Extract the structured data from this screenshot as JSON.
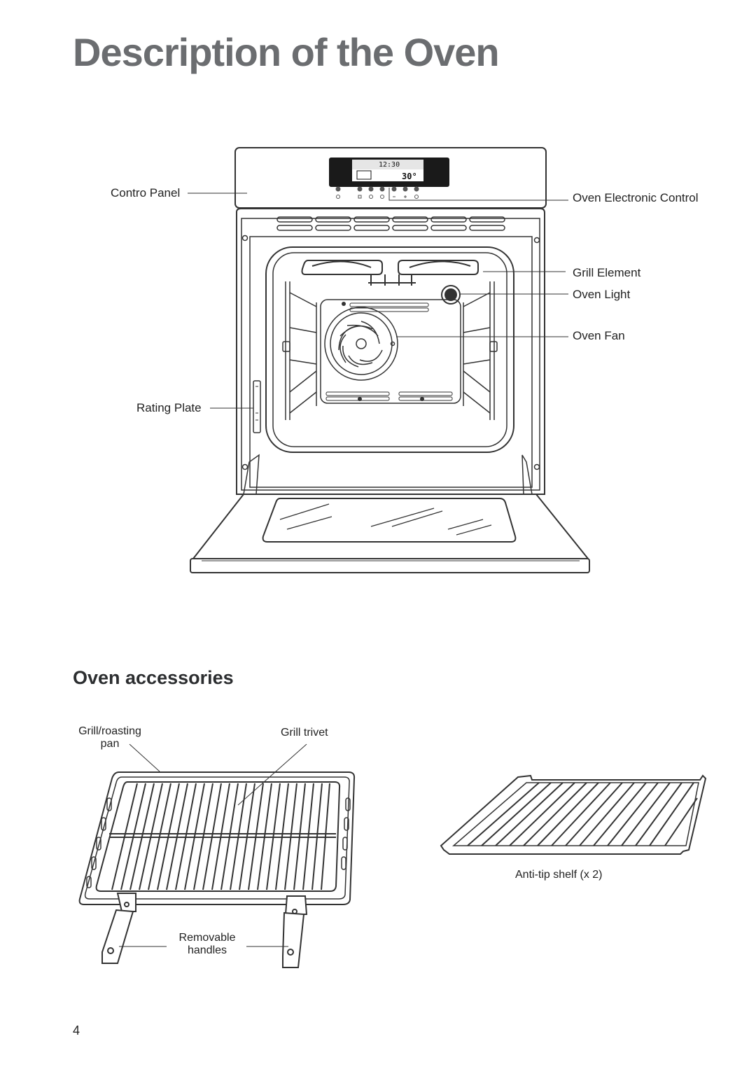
{
  "page": {
    "title": "Description of the Oven",
    "number": "4"
  },
  "oven_diagram": {
    "display": {
      "time": "12:30",
      "temperature": "30°"
    },
    "labels": {
      "control_panel": "Contro Panel",
      "electronic_control": "Oven Electronic Control",
      "grill_element": "Grill Element",
      "oven_light": "Oven Light",
      "oven_fan": "Oven Fan",
      "rating_plate": "Rating Plate"
    }
  },
  "accessories": {
    "title": "Oven accessories",
    "labels": {
      "grill_pan_line1": "Grill/roasting",
      "grill_pan_line2": "pan",
      "grill_trivet": "Grill trivet",
      "handles_line1": "Removable",
      "handles_line2": "handles",
      "anti_tip_shelf": "Anti-tip shelf (x 2)"
    }
  },
  "colors": {
    "title": "#6b6d70",
    "line": "#333333",
    "display_bg": "#1a1a1a"
  }
}
